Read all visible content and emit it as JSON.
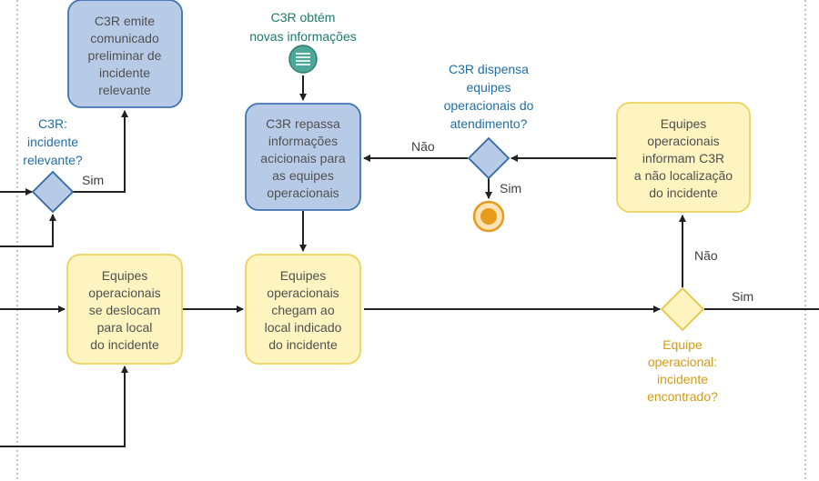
{
  "colors": {
    "task_blue_fill": "#b8cbe6",
    "task_blue_stroke": "#3f73b2",
    "task_yellow_fill": "#fdf4bf",
    "task_yellow_stroke": "#ecd25e",
    "gateway_blue_fill": "#b8cbe6",
    "gateway_blue_stroke": "#2f6aa8",
    "gateway_yellow_fill": "#fdf4bf",
    "gateway_yellow_stroke": "#e6c54a",
    "event_teal": "#4ea89a",
    "end_event_orange": "#e89a1c",
    "line": "#222222",
    "lane_border": "#999999"
  },
  "tasks": {
    "emite_comunicado": [
      "C3R emite",
      "comunicado",
      "preliminar de",
      "incidente",
      "relevante"
    ],
    "repassa_informacoes": [
      "C3R repassa",
      "informações",
      "acicionais para",
      "as equipes",
      "operacionais"
    ],
    "informam_c3r": [
      "Equipes",
      "operacionais",
      "informam C3R",
      "a não localização",
      "do incidente"
    ],
    "se_deslocam": [
      "Equipes",
      "operacionais",
      "se deslocam",
      "para local",
      "do incidente"
    ],
    "chegam_local": [
      "Equipes",
      "operacionais",
      "chegam ao",
      "local indicado",
      "do incidente"
    ]
  },
  "gateways": {
    "incidente_relevante": [
      "C3R:",
      "incidente",
      "relevante?"
    ],
    "dispensa_equipes": [
      "C3R dispensa",
      "equipes",
      "operacionais do",
      "atendimento?"
    ],
    "incidente_encontrado": [
      "Equipe",
      "operacional:",
      "incidente",
      "encontrado?"
    ]
  },
  "events": {
    "obtem_informacoes": [
      "C3R obtém",
      "novas informações"
    ]
  },
  "flow_labels": {
    "sim_relevante": "Sim",
    "nao_dispensa": "Não",
    "sim_dispensa": "Sim",
    "nao_encontrado": "Não",
    "sim_encontrado": "Sim"
  }
}
